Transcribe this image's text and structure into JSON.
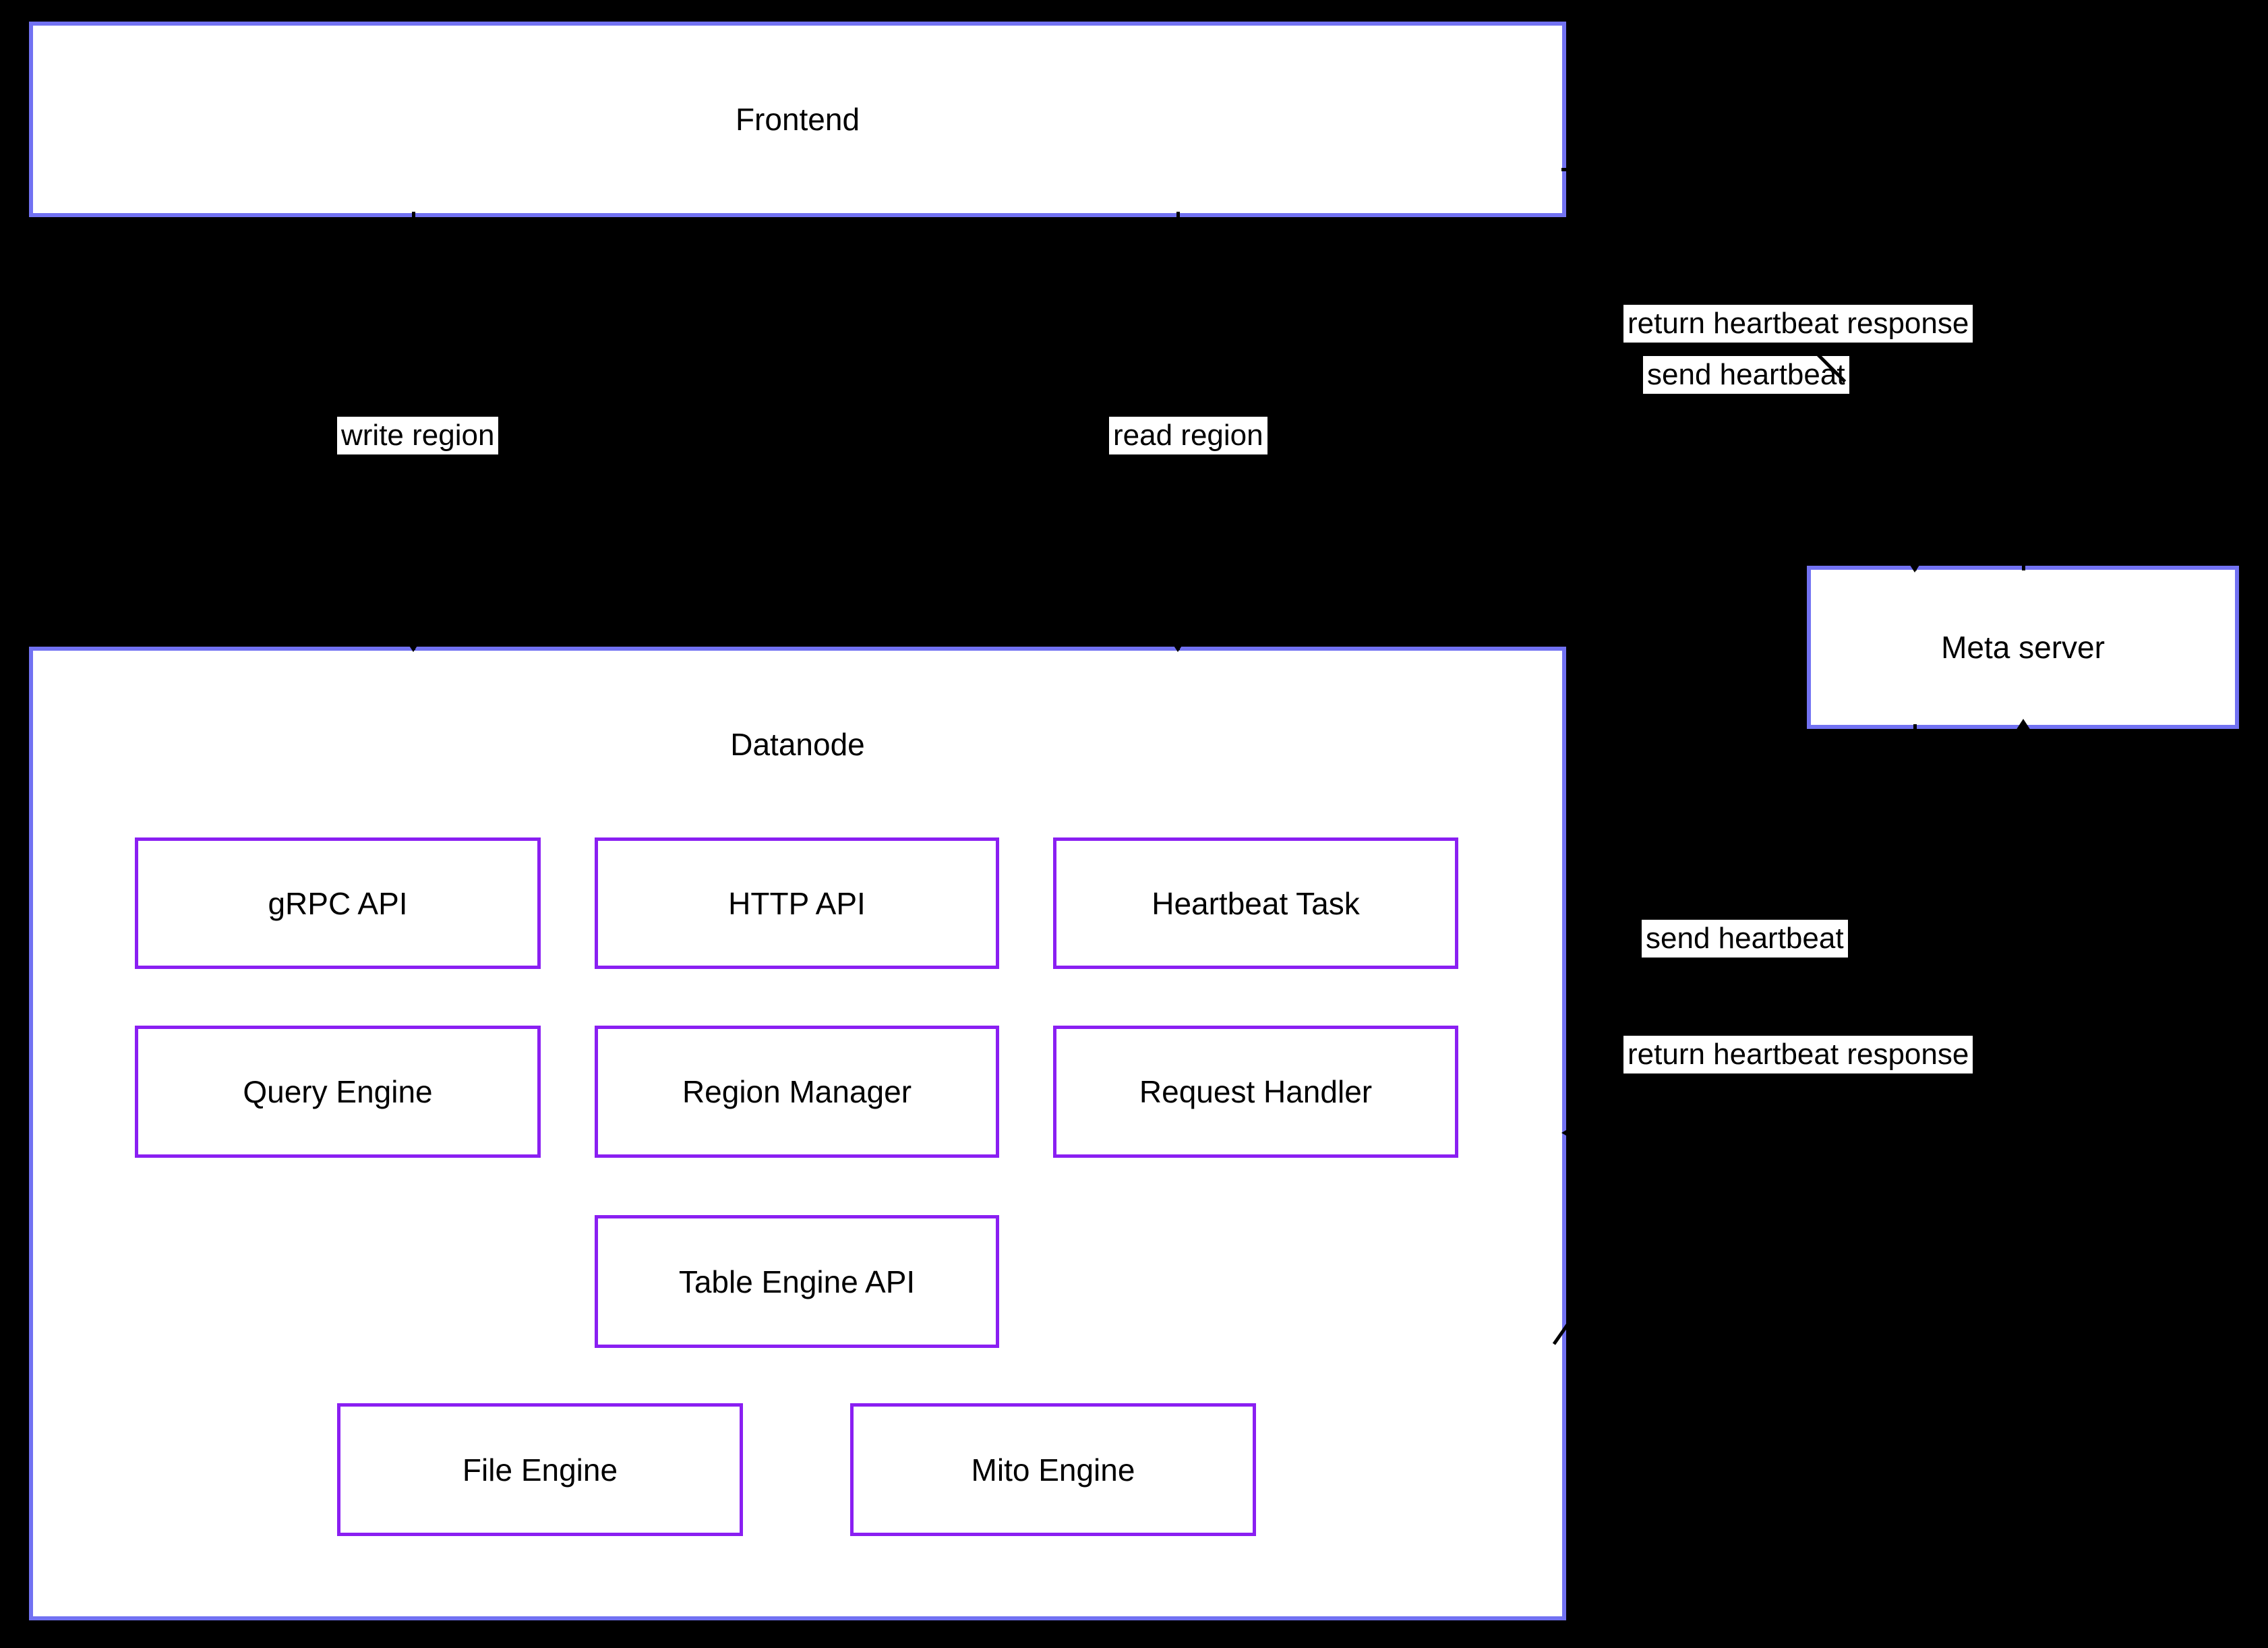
{
  "diagram": {
    "background_color": "#000000",
    "outer_node_border_color": "#7272F2",
    "component_border_color": "#8A1FF2",
    "node_fill_color": "#FFFFFF",
    "text_color": "#000000",
    "nodes": {
      "frontend": {
        "label": "Frontend"
      },
      "datanode": {
        "label": "Datanode"
      },
      "meta_server": {
        "label": "Meta server"
      }
    },
    "datanode_components": [
      {
        "id": "grpc-api",
        "label": "gRPC API"
      },
      {
        "id": "http-api",
        "label": "HTTP API"
      },
      {
        "id": "heartbeat-task",
        "label": "Heartbeat Task"
      },
      {
        "id": "query-engine",
        "label": "Query Engine"
      },
      {
        "id": "region-manager",
        "label": "Region Manager"
      },
      {
        "id": "request-handler",
        "label": "Request Handler"
      },
      {
        "id": "table-engine-api",
        "label": "Table Engine API"
      },
      {
        "id": "file-engine",
        "label": "File Engine"
      },
      {
        "id": "mito-engine",
        "label": "Mito Engine"
      }
    ],
    "edge_labels": {
      "write_region": "write region",
      "read_region": "read region",
      "frontend_meta_return": "return heartbeat response",
      "frontend_meta_send": "send heartbeat",
      "datanode_meta_send": "send heartbeat",
      "datanode_meta_return": "return heartbeat response"
    }
  }
}
